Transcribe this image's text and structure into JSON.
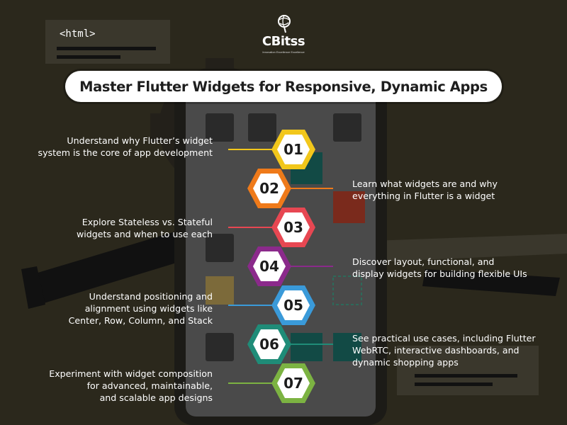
{
  "background": {
    "code_tag": "<html>"
  },
  "logo": {
    "name": "CBitss",
    "tagline": "Innovation Excellence Excellence"
  },
  "title": "Master Flutter Widgets for Responsive, Dynamic Apps",
  "colors": {
    "background": "#2b281c",
    "yellow": "#f2c71b",
    "orange": "#ef7a1a",
    "red": "#e74752",
    "purple": "#8b2a8b",
    "blue": "#3a9ad9",
    "teal": "#1f8c78",
    "green": "#7cb342"
  },
  "steps": [
    {
      "number": "01",
      "side": "left",
      "color": "#f2c71b",
      "lines": [
        "Understand why Flutter’s widget",
        "system is the core of app development"
      ]
    },
    {
      "number": "02",
      "side": "right",
      "color": "#ef7a1a",
      "lines": [
        "Learn what widgets are and why",
        "everything in Flutter is a widget"
      ]
    },
    {
      "number": "03",
      "side": "left",
      "color": "#e74752",
      "lines": [
        "Explore Stateless vs. Stateful",
        "widgets and when to use each"
      ]
    },
    {
      "number": "04",
      "side": "right",
      "color": "#8b2a8b",
      "lines": [
        "Discover layout, functional, and",
        "display widgets for building flexible UIs"
      ]
    },
    {
      "number": "05",
      "side": "left",
      "color": "#3a9ad9",
      "lines": [
        "Understand positioning and",
        "alignment using widgets like",
        "Center, Row, Column, and Stack"
      ]
    },
    {
      "number": "06",
      "side": "right",
      "color": "#1f8c78",
      "lines": [
        "See practical use cases, including Flutter",
        "WebRTC, interactive dashboards, and",
        "dynamic shopping apps"
      ]
    },
    {
      "number": "07",
      "side": "left",
      "color": "#7cb342",
      "lines": [
        "Experiment with widget composition",
        "for advanced, maintainable,",
        "and scalable app designs"
      ]
    }
  ]
}
